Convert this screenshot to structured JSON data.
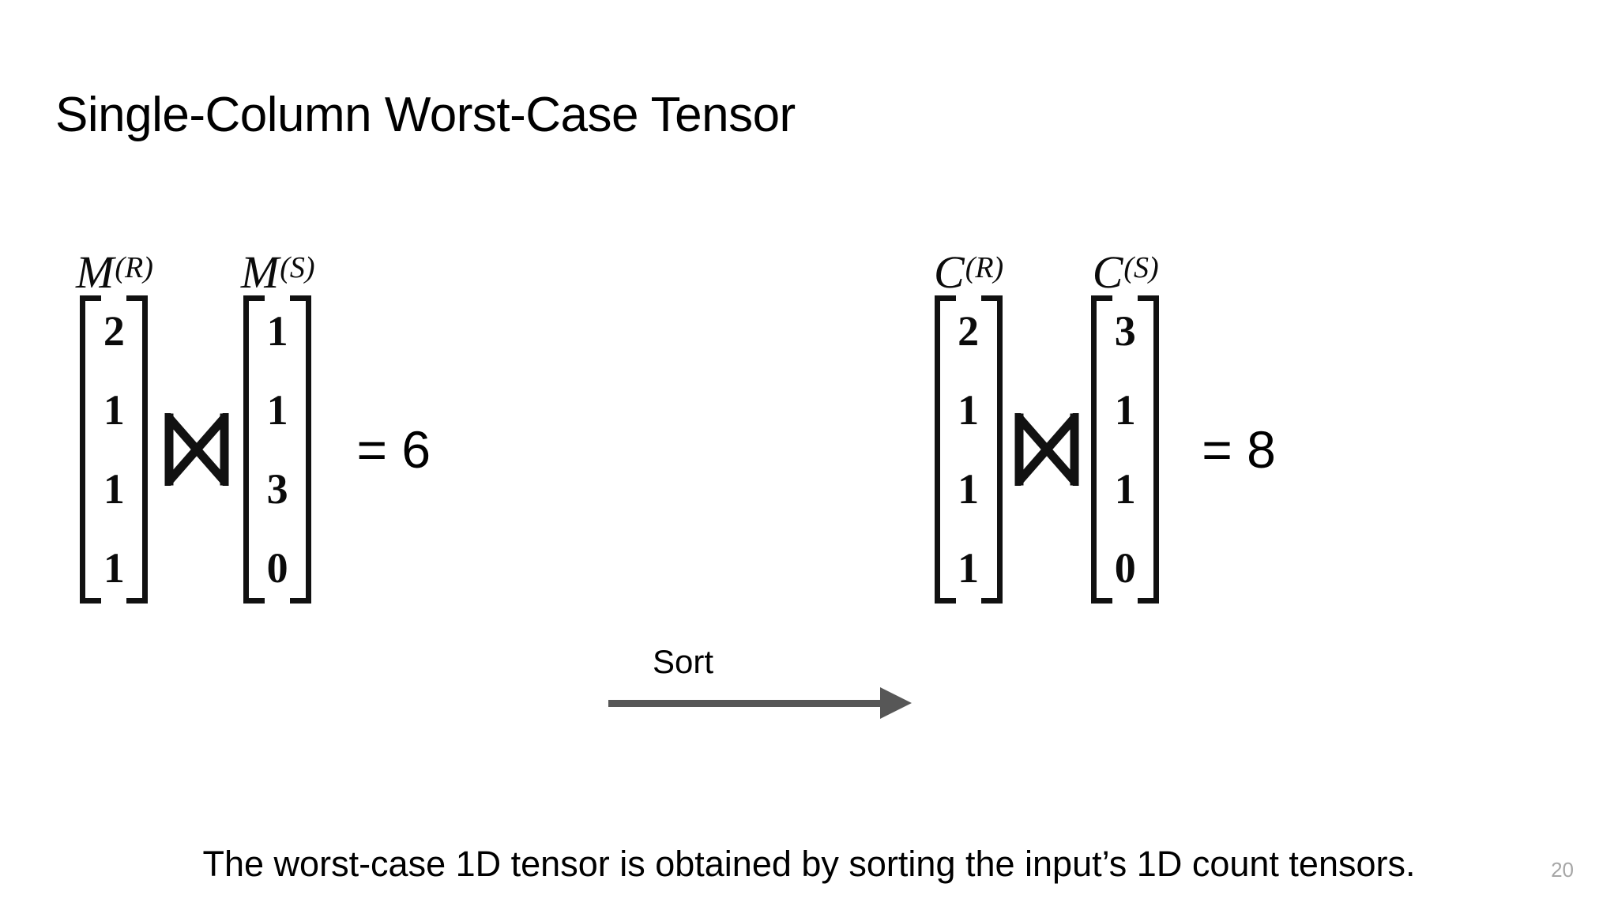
{
  "slide": {
    "title": "Single-Column Worst-Case Tensor",
    "caption": "The worst-case 1D tensor is obtained by sorting the input’s 1D count tensors.",
    "page_number": "20",
    "background_color": "#ffffff",
    "text_color": "#000000",
    "arrow_color": "#575757",
    "page_number_color": "#a6a6a6"
  },
  "figure": {
    "left_expression": {
      "vectors": [
        {
          "label_base": "M",
          "label_sup": "(R)",
          "values": [
            "2",
            "1",
            "1",
            "1"
          ]
        },
        {
          "label_base": "M",
          "label_sup": "(S)",
          "values": [
            "1",
            "1",
            "3",
            "0"
          ]
        }
      ],
      "operator": "join-bowtie",
      "result": "= 6"
    },
    "transition": {
      "label": "Sort",
      "icon": "right-arrow-icon"
    },
    "right_expression": {
      "vectors": [
        {
          "label_base": "C",
          "label_sup": "(R)",
          "values": [
            "2",
            "1",
            "1",
            "1"
          ]
        },
        {
          "label_base": "C",
          "label_sup": "(S)",
          "values": [
            "3",
            "1",
            "1",
            "0"
          ]
        }
      ],
      "operator": "join-bowtie",
      "result": "= 8"
    }
  }
}
